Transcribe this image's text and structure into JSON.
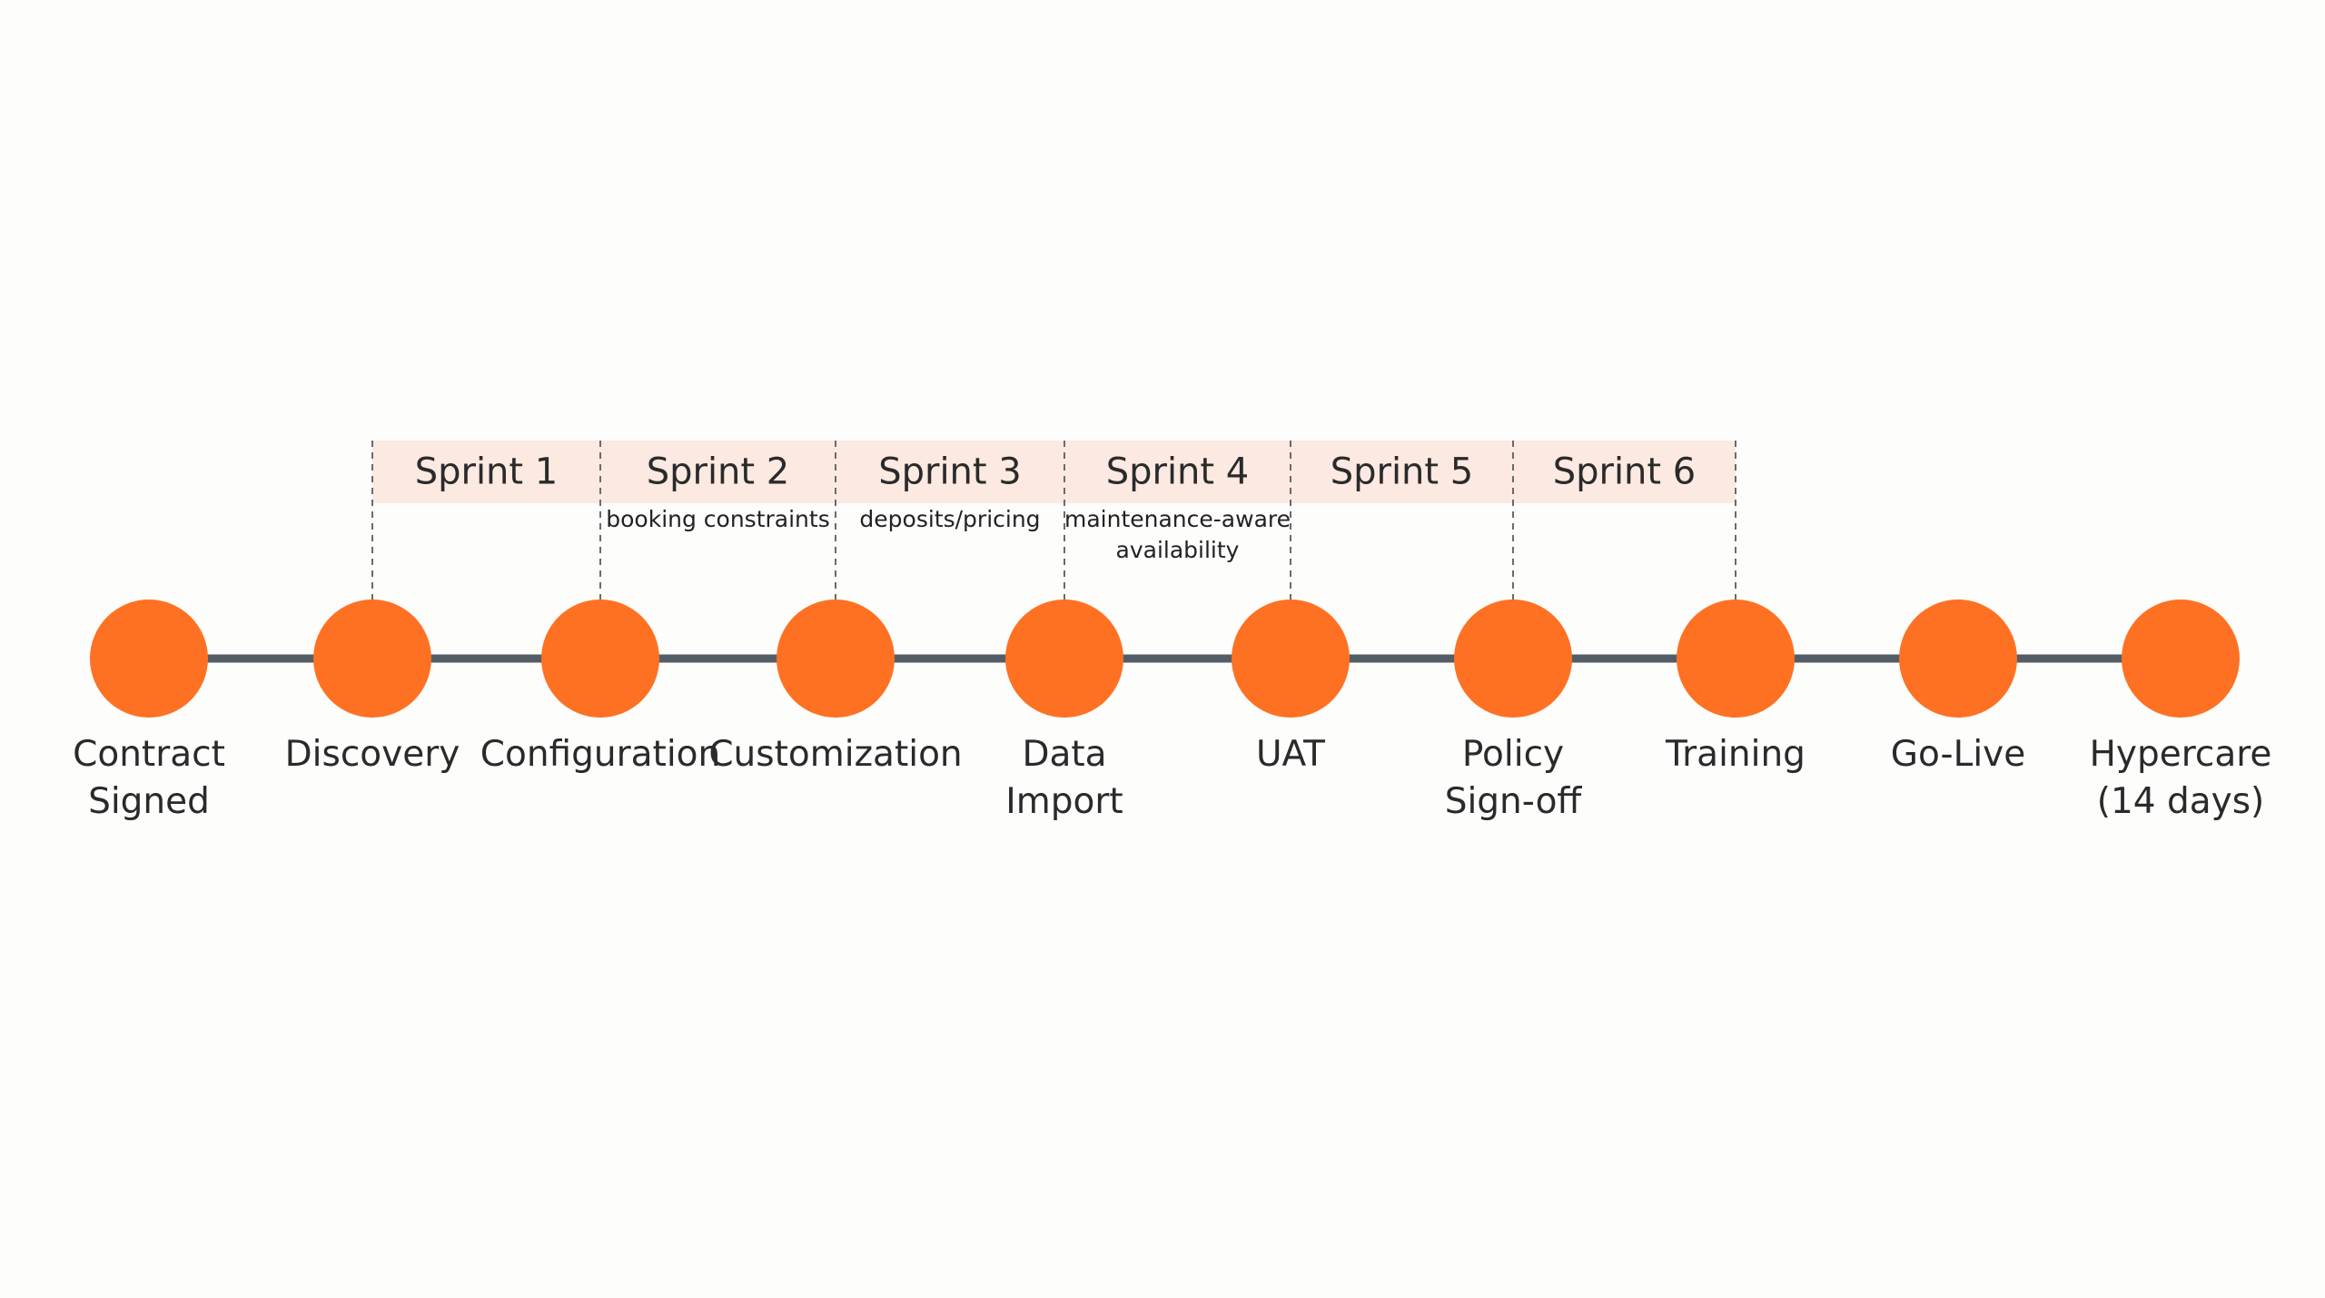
{
  "colors": {
    "background": "#fdfdfc",
    "track": "#545d66",
    "milestone": "#fe7123",
    "sprint_band": "#fbe9e2",
    "divider": "#6b6b6b"
  },
  "milestones": [
    {
      "label": "Contract\nSigned"
    },
    {
      "label": "Discovery"
    },
    {
      "label": "Configuration"
    },
    {
      "label": "Customization"
    },
    {
      "label": "Data\nImport"
    },
    {
      "label": "UAT"
    },
    {
      "label": "Policy\nSign-off"
    },
    {
      "label": "Training"
    },
    {
      "label": "Go-Live"
    },
    {
      "label": "Hypercare\n(14 days)"
    }
  ],
  "sprints": [
    {
      "label": "Sprint 1",
      "note": ""
    },
    {
      "label": "Sprint 2",
      "note": "booking constraints"
    },
    {
      "label": "Sprint 3",
      "note": "deposits/pricing"
    },
    {
      "label": "Sprint 4",
      "note": "maintenance-aware\navailability"
    },
    {
      "label": "Sprint 5",
      "note": ""
    },
    {
      "label": "Sprint 6",
      "note": ""
    }
  ]
}
